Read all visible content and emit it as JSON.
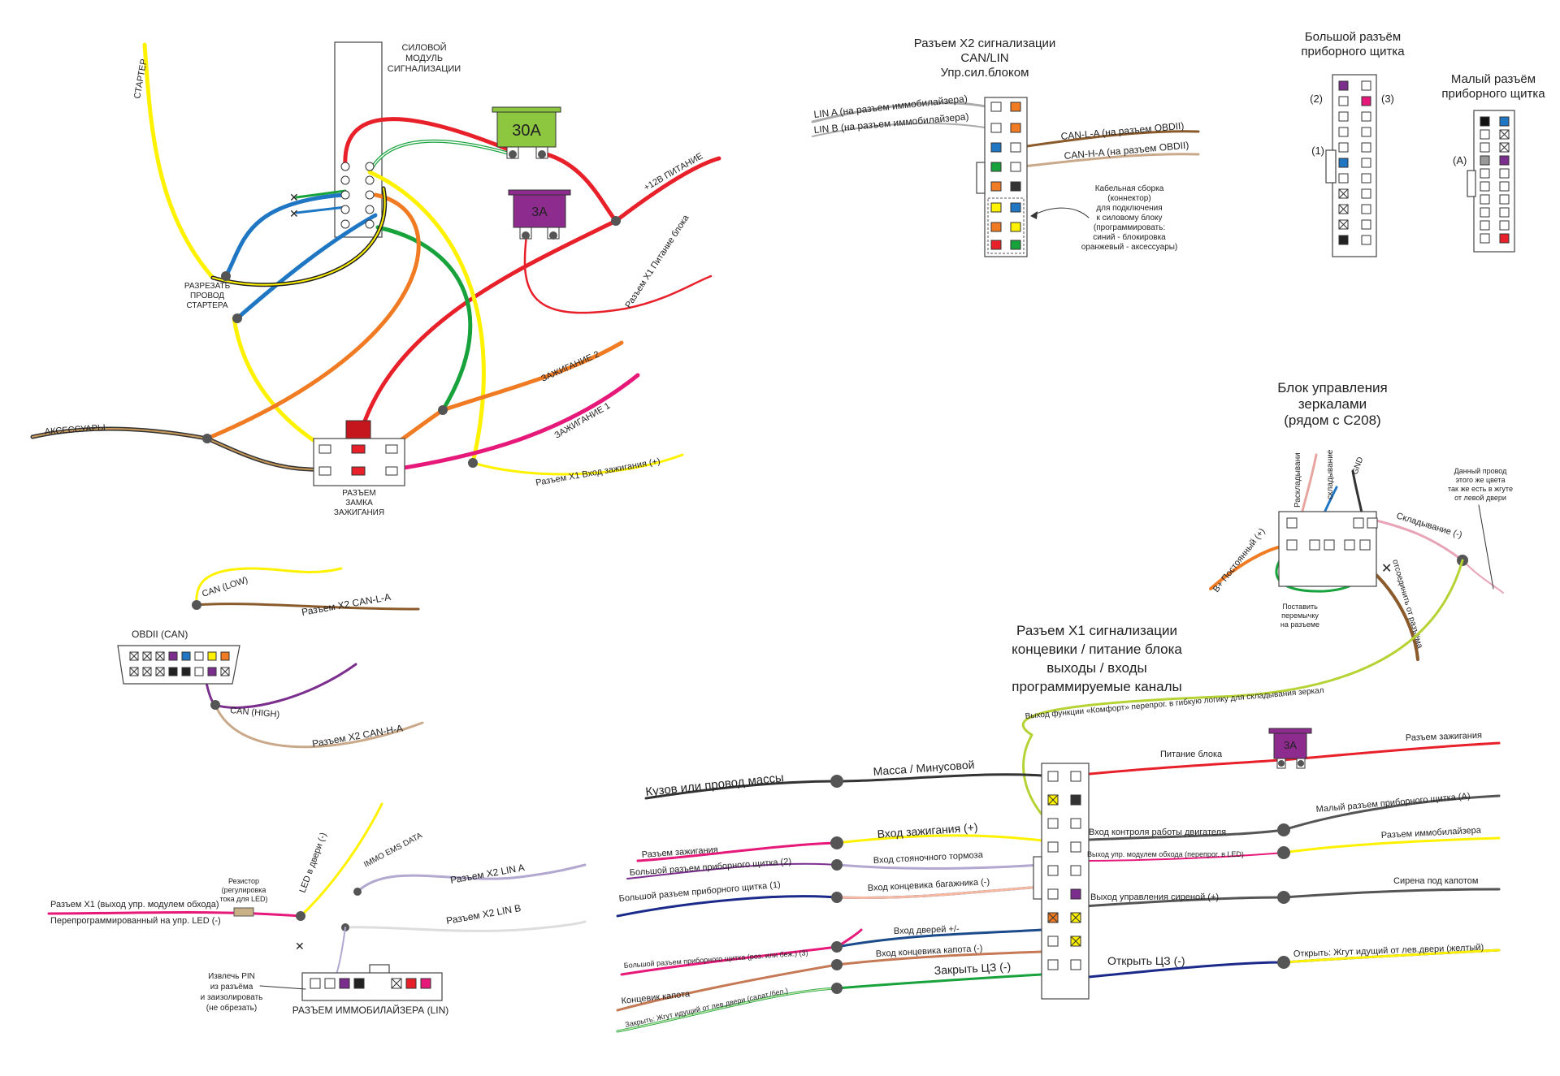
{
  "colors": {
    "red": "#e8202a",
    "yellow": "#fff200",
    "green": "#17a23b",
    "blue": "#1f77c4",
    "orange": "#f07b22",
    "pink": "#e6197a",
    "purple": "#7b2e8e",
    "brown": "#8b5a2b",
    "gray": "#7f7f7f",
    "dark": "#333333",
    "fuse30": "#8dc63f",
    "fuse3": "#8e2b8f",
    "lime": "#b5d334"
  },
  "top_left": {
    "module_label": [
      "СИЛОВОЙ",
      "МОДУЛЬ",
      "СИГНАЛИЗАЦИИ"
    ],
    "fuse_30": "30A",
    "fuse_3": "3A",
    "starter": "СТАРТЕР",
    "power_12v": "+12В ПИТАНИЕ",
    "x1_power": "Разъем X1 Питание блока",
    "cut_starter": [
      "РАЗРЕЗАТЬ",
      "ПРОВОД",
      "СТАРТЕРА"
    ],
    "ign2": "ЗАЖИГАНИЕ 2",
    "ign1": "ЗАЖИГАНИЕ 1",
    "accessories": "АКСЕССУАРЫ",
    "x1_ign_in": "Разъем X1 Вход зажигания (+)",
    "ign_lock": [
      "РАЗЪЕМ",
      "ЗАМКА",
      "ЗАЖИГАНИЯ"
    ]
  },
  "x2": {
    "title": [
      "Разъем X2 сигнализации",
      "CAN/LIN",
      "Упр.сил.блоком"
    ],
    "lin_a": "LIN A (на разъем иммобилайзера)",
    "lin_b": "LIN B (на разъем иммобилайзера)",
    "can_l": "CAN-L-A (на разъем OBDII)",
    "can_h": "CAN-H-A (на разъем OBDII)",
    "harness_note": [
      "Кабельная сборка",
      "(коннектор)",
      "для подключения",
      "к силовому блоку",
      "(программировать:",
      "синий - блокировка",
      "оранжевый - аксессуары)"
    ]
  },
  "big_panel": {
    "title": [
      "Большой разъём",
      "приборного щитка"
    ],
    "p2": "(2)",
    "p3": "(3)",
    "p1": "(1)"
  },
  "small_panel": {
    "title": [
      "Малый разъём",
      "приборного щитка"
    ],
    "pa": "(A)"
  },
  "mirrors": {
    "title": [
      "Блок управления",
      "зеркалами",
      "(рядом с С208)"
    ],
    "unfold": "Раскладывани",
    "fold": "складывание",
    "gnd": "GND",
    "bplus": "B+ Постоянный (+)",
    "fold_minus": "Складывание (-)",
    "disconnect": "отсоединить от разъёма",
    "jumper": [
      "Поставить",
      "перемычку",
      "на разъеме"
    ],
    "same_wire": [
      "Данный провод",
      "этого же цвета",
      "так же есть в жгуте",
      "от левой двери"
    ]
  },
  "obd": {
    "title": "OBDII (CAN)",
    "can_low": "CAN (LOW)",
    "can_high": "CAN (HIGH)",
    "x2_can_l": "Разъем X2 CAN-L-A",
    "x2_can_h": "Разъем X2 CAN-H-A"
  },
  "x1": {
    "title": [
      "Разъем X1 сигнализации",
      "концевики / питание блока",
      "выходы / входы",
      "программируемые каналы"
    ],
    "comfort": "Выход функции «Комфорт» перепрог. в гибкую логику для складывания зеркал",
    "body_ground": "Кузов или провод массы",
    "mass": "Масса / Минусовой",
    "ign_key": "Разъем зажигания",
    "ign_in": "Вход зажигания (+)",
    "big2": "Большой разъем приборного щитка (2)",
    "park_brake": "Вход стояночного тормоза",
    "big1": "Большой разъем приборного щитка (1)",
    "trunk": "Вход концевика багажника (-)",
    "doors": "Вход дверей +/-",
    "big3": "Большой разъем приборного щитка (роз. или беж.) (3)",
    "hood_in": "Вход концевика капота (-)",
    "hood": "Концевик капота",
    "close_cl": "Закрыть ЦЗ (-)",
    "close_harness": "Закрыть: Жгут идущий от лев.двери (салат./бел.)",
    "power_block": "Питание блока",
    "fuse": "3A",
    "ign_conn": "Разъем зажигания",
    "engine": "Вход контроля работы двигателя",
    "small_a": "Малый разъем приборного щитка (A)",
    "bypass": "Выход упр. модулем обхода (перепрог. в LED)",
    "immo": "Разъем иммобилайзера",
    "siren_out": "Выход управления сиреной (+)",
    "siren": "Сирена под капотом",
    "open_cl": "Открыть ЦЗ (-)",
    "open_harness": "Открыть: Жгут идущий от лев.двери (желтый)"
  },
  "immo": {
    "x1_bypass": "Разъем X1 (выход упр. модулем обхода)",
    "reprog_led": "Перепрограммированный на упр. LED (-)",
    "resistor": [
      "Резистор",
      "(регулировка",
      "тока для LED)"
    ],
    "led": "LED в двери (-)",
    "ems": "IMMO EMS DATA",
    "lin_a": "Разъем X2 LIN A",
    "lin_b": "Разъем X2 LIN B",
    "pin_note": [
      "Извлечь PIN",
      "из разъёма",
      "и заизолировать",
      "(не обрезать)"
    ],
    "conn": "РАЗЪЕМ ИММОБИЛАЙЗЕРА (LIN)"
  }
}
